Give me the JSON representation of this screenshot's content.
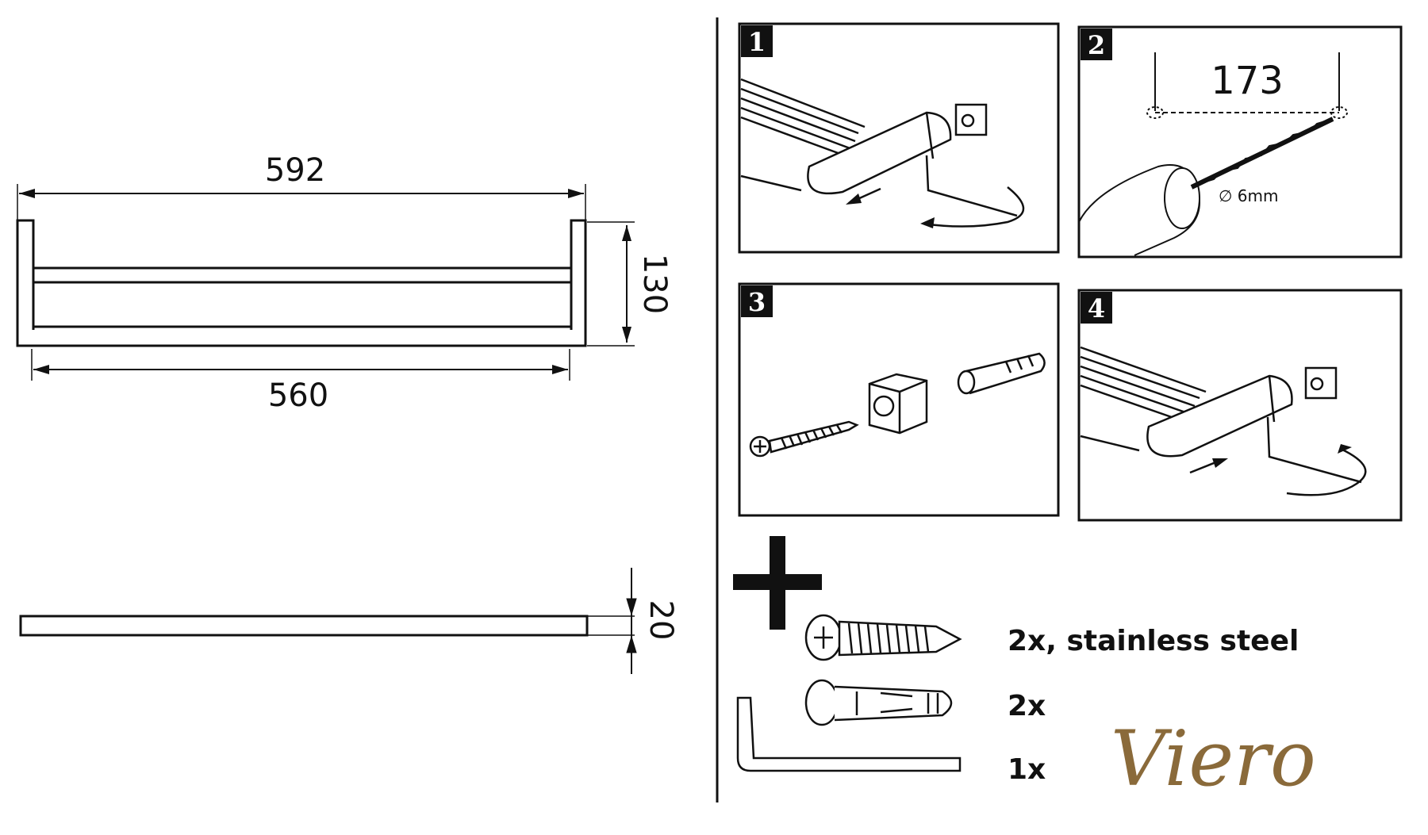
{
  "dimensions": {
    "overall_width": "592",
    "inner_width": "560",
    "height": "130",
    "depth": "20"
  },
  "steps": [
    {
      "number": "1"
    },
    {
      "number": "2",
      "spacing": "173",
      "drill": "∅ 6mm"
    },
    {
      "number": "3"
    },
    {
      "number": "4"
    }
  ],
  "parts": {
    "plus": "+",
    "screws": "2x, stainless steel",
    "anchors": "2x",
    "hex_key": "1x"
  },
  "brand": "Viero"
}
